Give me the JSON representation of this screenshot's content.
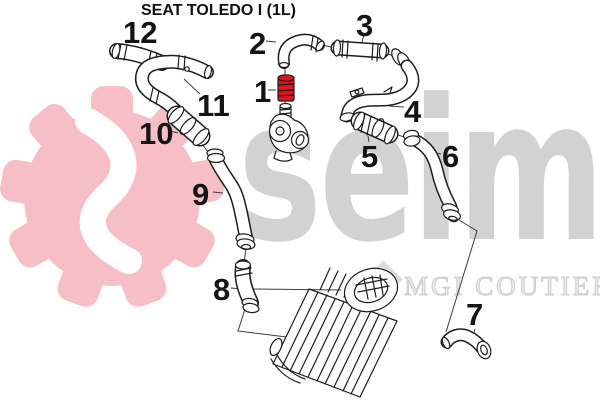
{
  "title": "SEAT TOLEDO I (1L)",
  "watermark": {
    "logo_text": "seim",
    "company": "MGI COUTIER"
  },
  "highlight": {
    "part_number": "1",
    "color": "#e2131b"
  },
  "colors": {
    "line": "#1d1d1d",
    "pink_edge": "#f6bec6",
    "pink_center": "#fef2f3",
    "watermark_gray": "#d2d2d2",
    "company_gray": "#cfcfcf"
  },
  "callouts": {
    "n1": "1",
    "n2": "2",
    "n3": "3",
    "n4": "4",
    "n5": "5",
    "n6": "6",
    "n7": "7",
    "n8": "8",
    "n9": "9",
    "n10": "10",
    "n11": "11",
    "n12": "12"
  }
}
